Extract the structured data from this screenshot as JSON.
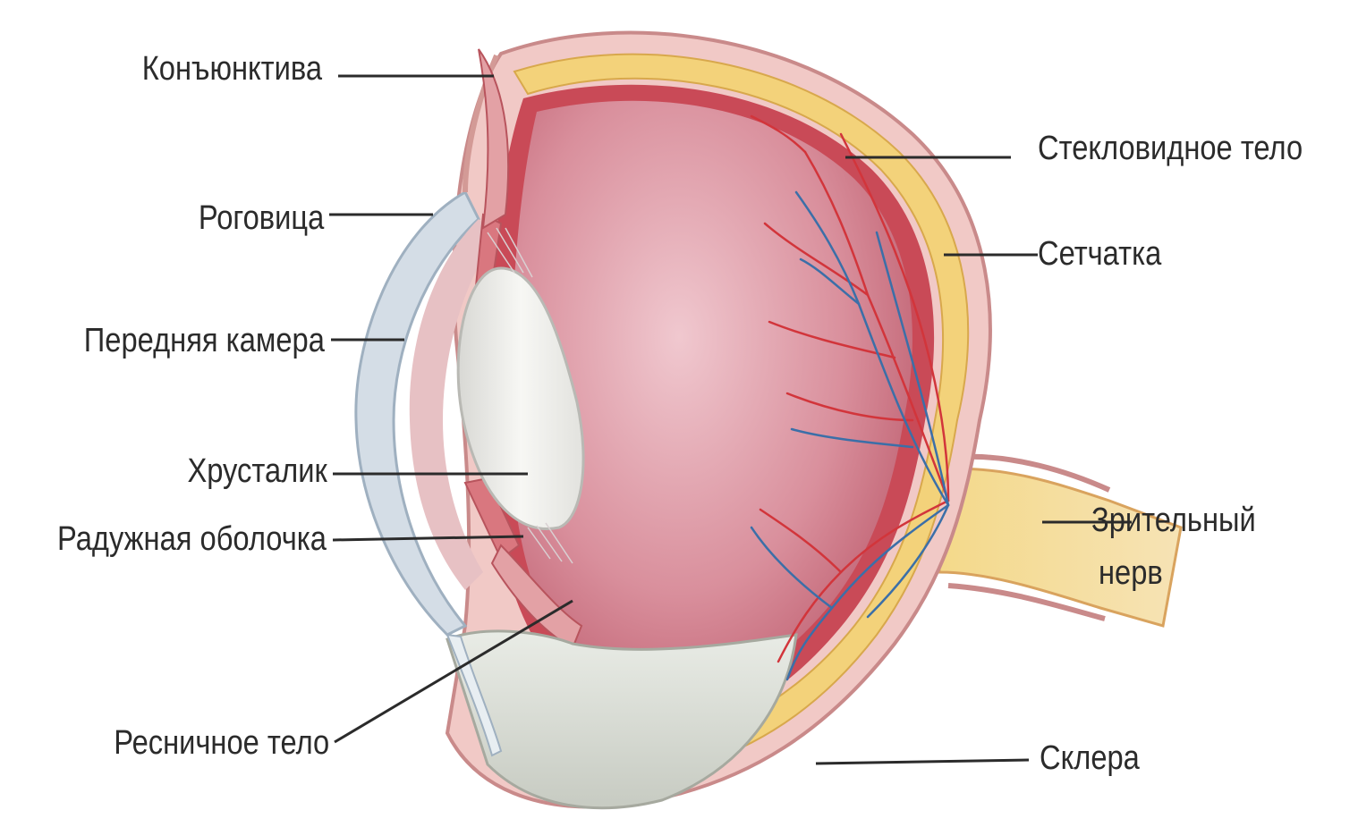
{
  "diagram": {
    "labels": {
      "conjunctiva": "Конъюнктива",
      "cornea": "Роговица",
      "anterior_chamber": "Передняя камера",
      "lens": "Хрусталик",
      "iris": "Радужная оболочка",
      "ciliary_body": "Ресничное тело",
      "vitreous_body": "Стекловидное тело",
      "retina": "Сетчатка",
      "optic_nerve_line1": "Зрительный",
      "optic_nerve_line2": "нерв",
      "sclera": "Склера"
    },
    "colors": {
      "sclera": "#f1c9c6",
      "sclera_edge": "#c98a8a",
      "choroid": "#c94a57",
      "retina_layer": "#f3d27a",
      "vitreous": "#cf7d8c",
      "vitreous_highlight": "#ecc0c8",
      "lens": "#eeeeea",
      "cornea": "#d4dde6",
      "artery": "#d2353b",
      "vein": "#3b6fa8",
      "leader_line": "#2b2b2b"
    }
  }
}
